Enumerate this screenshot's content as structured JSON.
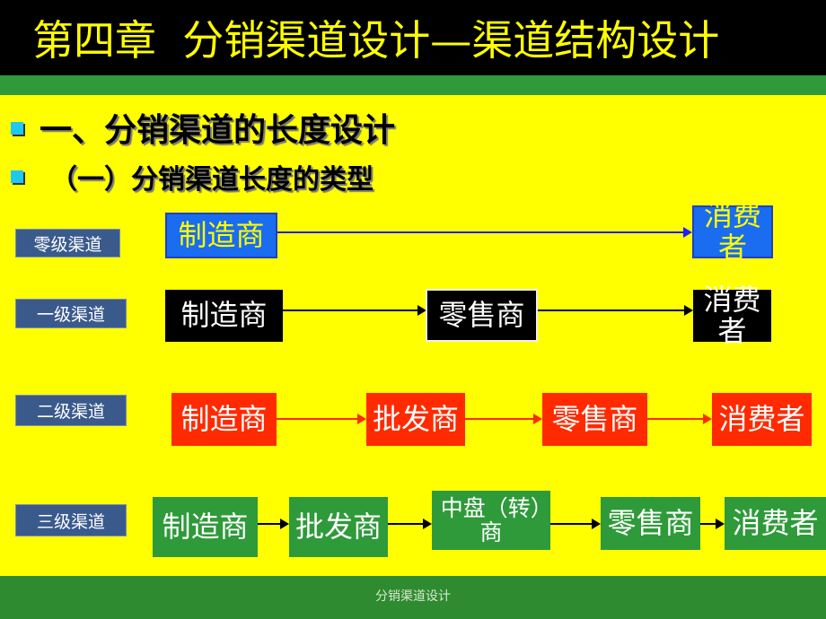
{
  "title": "第四章  分销渠道设计—渠道结构设计",
  "heading1": "一、分销渠道的长度设计",
  "heading2": "（一）分销渠道长度的类型",
  "rows": [
    {
      "label": "零级渠道",
      "nodes": [
        "制造商",
        "消费者"
      ]
    },
    {
      "label": "一级渠道",
      "nodes": [
        "制造商",
        "零售商",
        "消费者"
      ]
    },
    {
      "label": "二级渠道",
      "nodes": [
        "制造商",
        "批发商",
        "零售商",
        "消费者"
      ]
    },
    {
      "label": "三级渠道",
      "nodes": [
        "制造商",
        "批发商",
        "中盘（转）商",
        "零售商",
        "消费者"
      ]
    }
  ],
  "footer": "分销渠道设计",
  "colors": {
    "title_bg": "#000000",
    "title_text": "#ffff00",
    "body": "#ffff00",
    "footer": "#2e8b30"
  }
}
